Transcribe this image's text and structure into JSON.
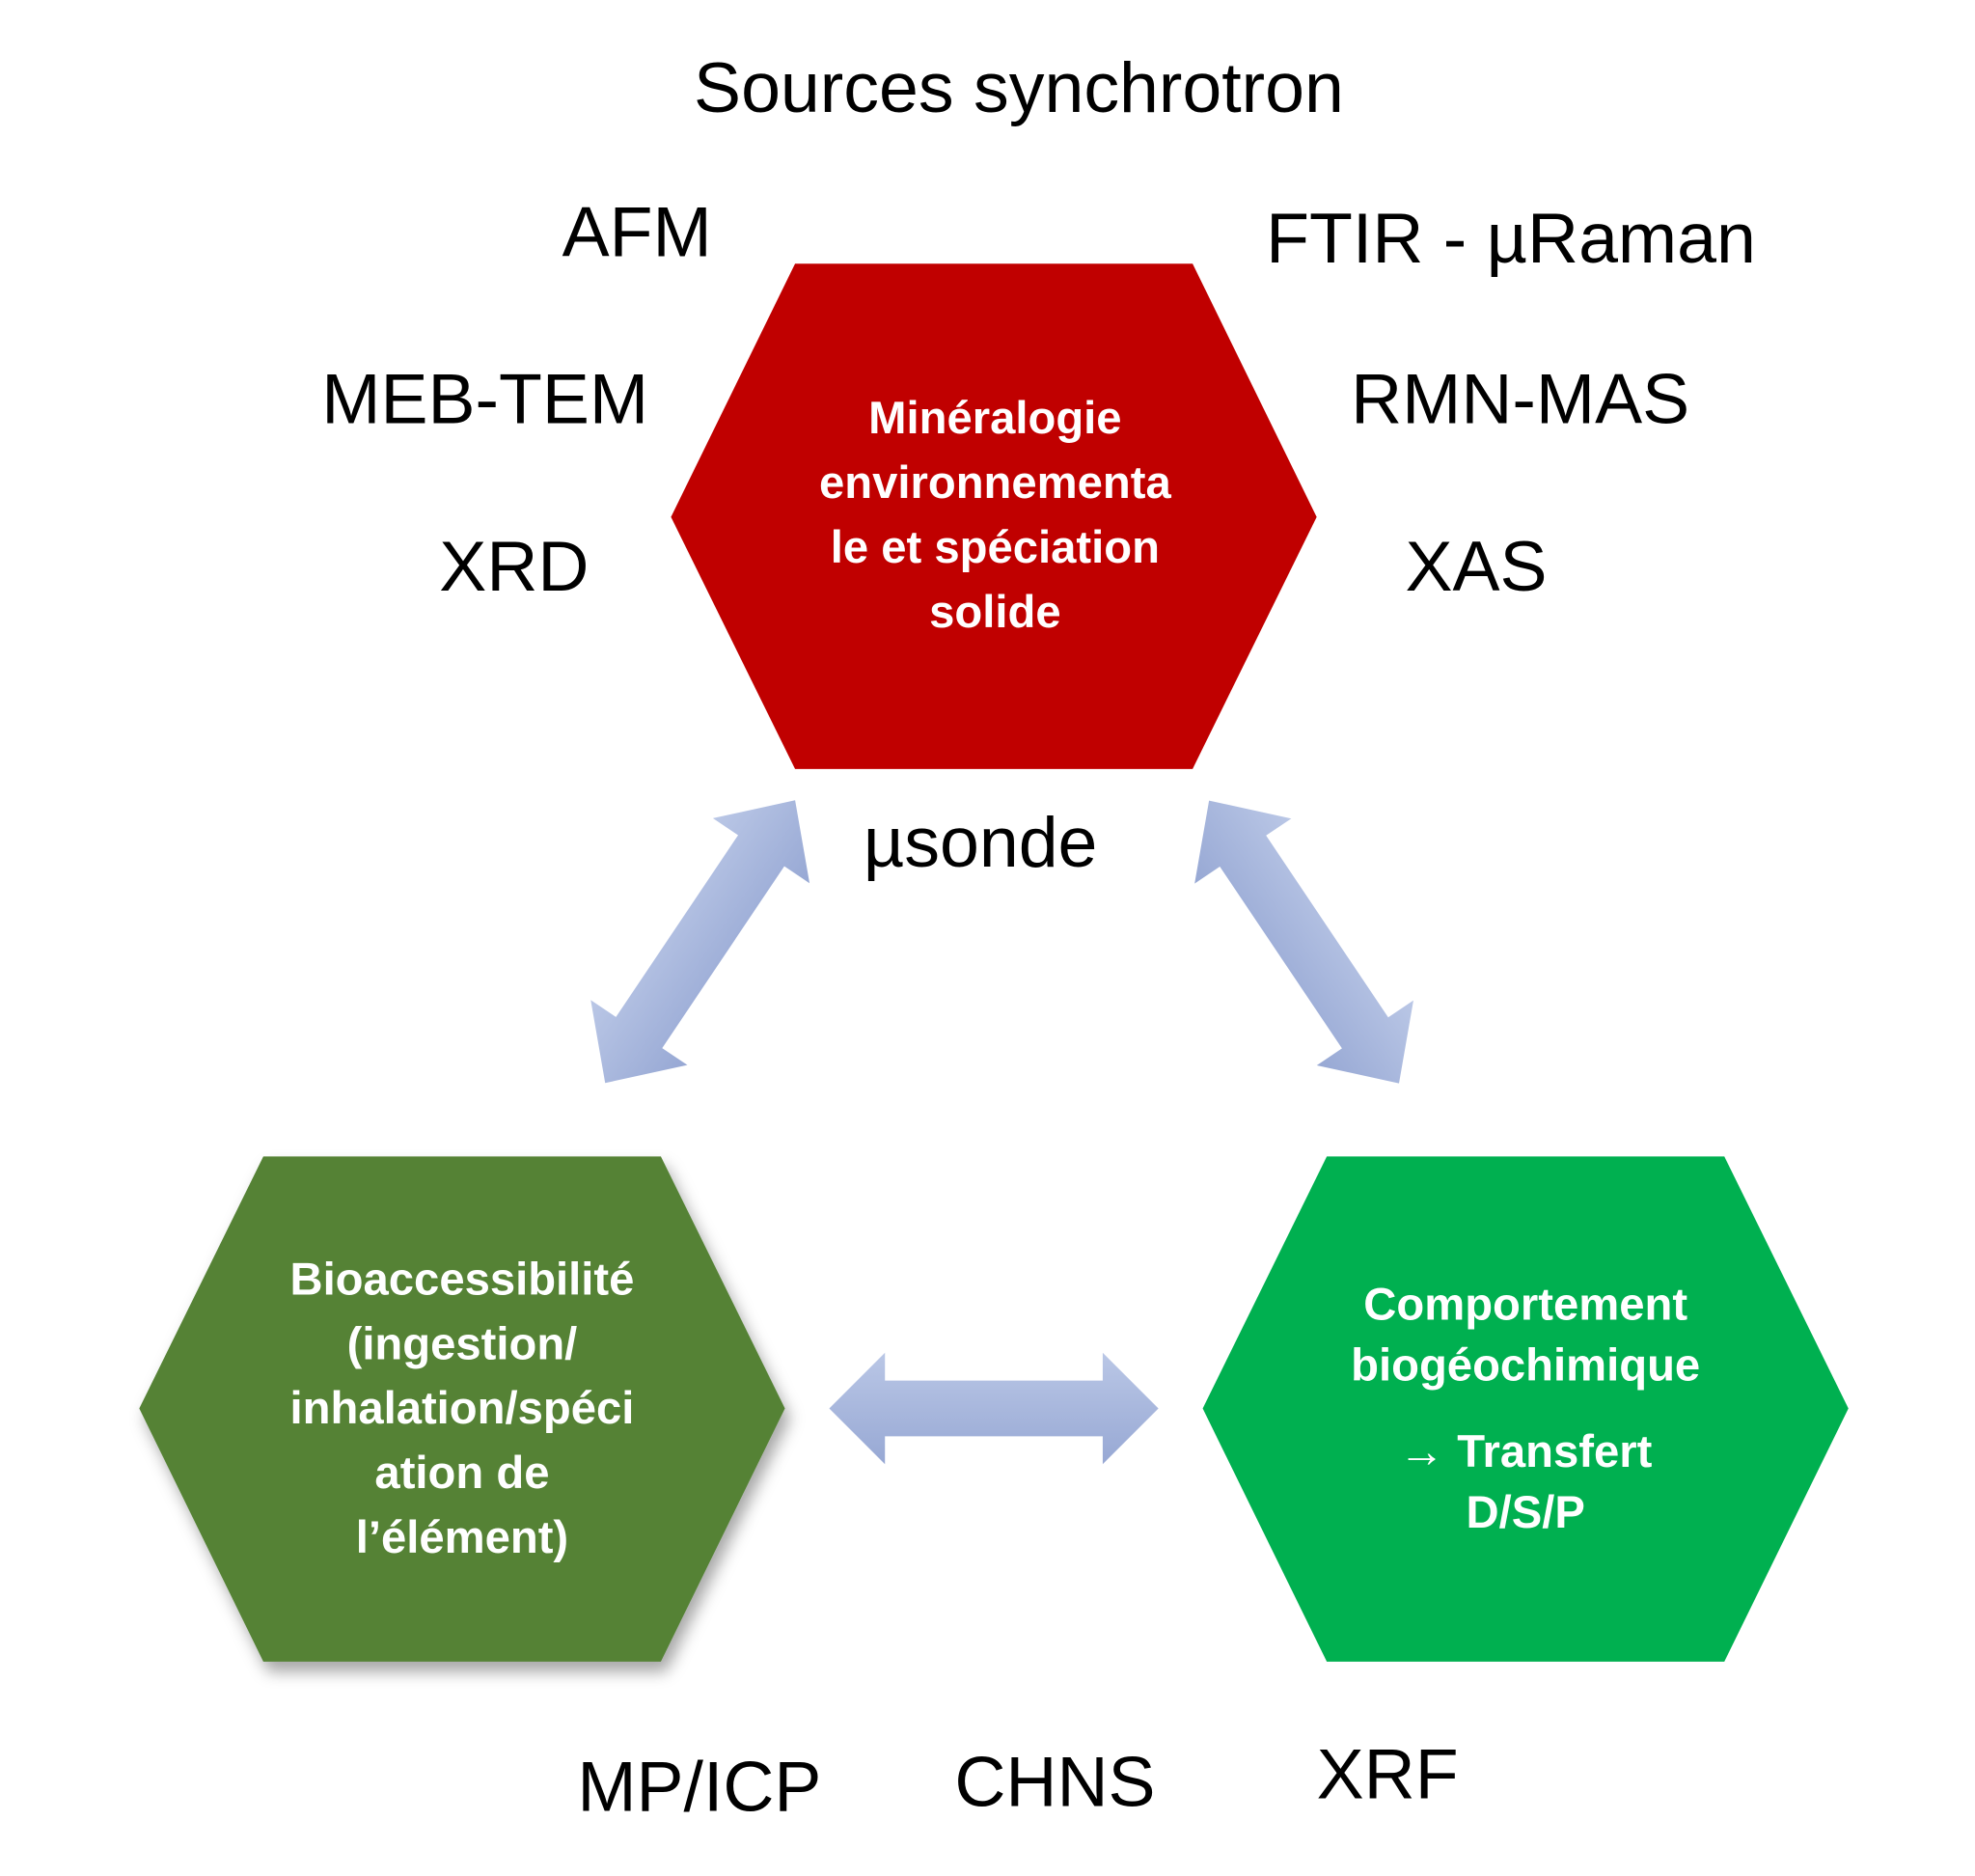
{
  "title": "Sources synchrotron",
  "techniques": {
    "afm": "AFM",
    "meb_tem": "MEB-TEM",
    "xrd": "XRD",
    "ftir": "FTIR - µRaman",
    "rmn": "RMN-MAS",
    "xas": "XAS",
    "usonde": "µsonde",
    "mp_icp": "MP/ICP",
    "chns": "CHNS",
    "xrf": "XRF"
  },
  "hexagons": {
    "mineralogy": {
      "color": "#c00000",
      "lines": [
        "Minéralogie",
        "environnementa",
        "le et spéciation",
        "solide"
      ]
    },
    "bioaccessibility": {
      "color": "#548235",
      "lines": [
        "Bioaccessibilité",
        "(ingestion/",
        "inhalation/spéci",
        "ation de",
        "l’élément)"
      ]
    },
    "biogeochemical": {
      "color": "#00b050",
      "lines": [
        "Comportement",
        "biogéochimique",
        "→ Transfert",
        "D/S/P"
      ]
    }
  },
  "arrow_color": "#a9b8df"
}
